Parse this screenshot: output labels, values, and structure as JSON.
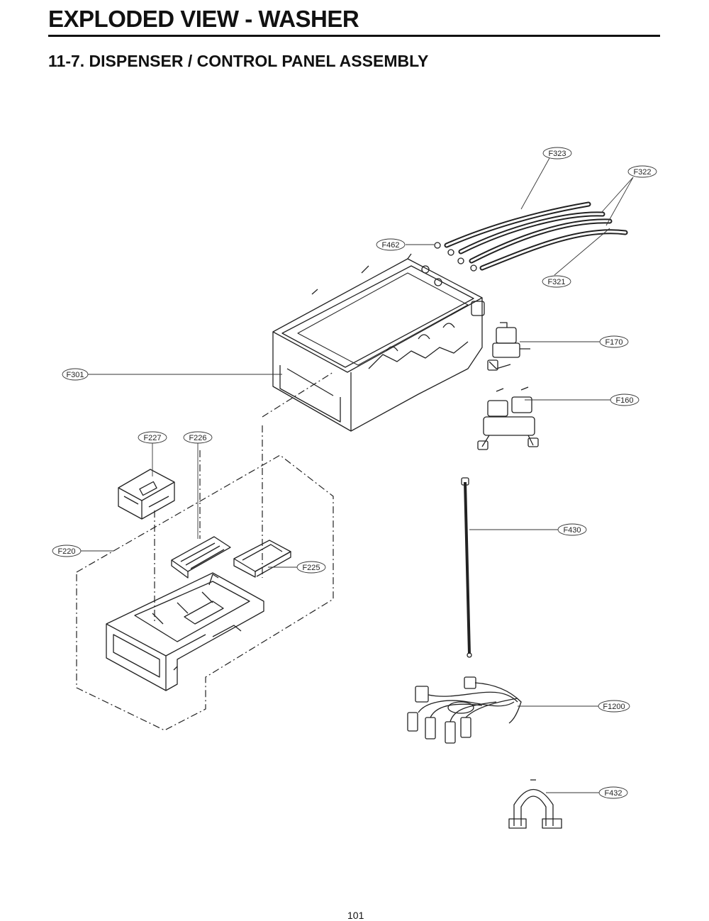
{
  "header": {
    "title": "EXPLODED VIEW - WASHER",
    "section": "11-7. DISPENSER / CONTROL PANEL ASSEMBLY"
  },
  "parts": [
    {
      "code": "F323",
      "name": "hose-f323"
    },
    {
      "code": "F322",
      "name": "hose-f322"
    },
    {
      "code": "F462",
      "name": "clamp-f462"
    },
    {
      "code": "F321",
      "name": "hose-f321"
    },
    {
      "code": "F170",
      "name": "inlet-valve-single-f170"
    },
    {
      "code": "F301",
      "name": "dispenser-housing-f301"
    },
    {
      "code": "F160",
      "name": "inlet-valve-double-f160"
    },
    {
      "code": "F227",
      "name": "cap-f227"
    },
    {
      "code": "F226",
      "name": "cover-f226"
    },
    {
      "code": "F430",
      "name": "tube-f430"
    },
    {
      "code": "F220",
      "name": "drawer-assembly-f220"
    },
    {
      "code": "F225",
      "name": "cap-f225"
    },
    {
      "code": "F1200",
      "name": "wire-harness-f1200"
    },
    {
      "code": "F432",
      "name": "clip-f432"
    }
  ],
  "footer": {
    "page_number": "101"
  }
}
